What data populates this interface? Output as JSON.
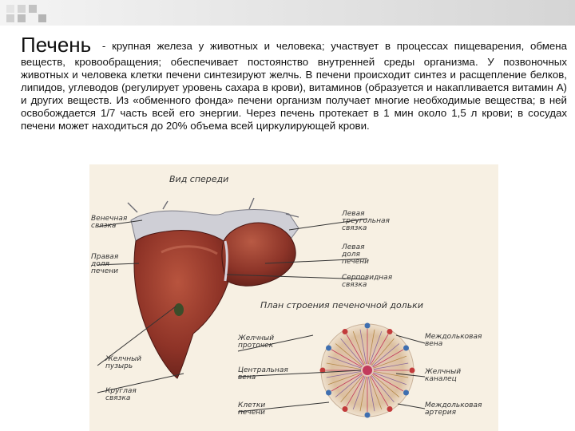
{
  "slide": {
    "title_word": "Печень",
    "body": " - крупная железа у животных и человека; участвует в процессах пищеварения, обмена веществ, кровообращения; обеспечивает постоянство внутренней среды организма. У позвоночных животных и человека клетки печени синтезируют желчь. В печени происходит синтез и расщепление белков, липидов, углеводов (регулирует уровень сахара в крови), витаминов (образуется и накапливается витамин А) и других веществ. Из «обменного фонда» печени организм получает многие необходимые вещества; в ней освобождается 1/7 часть всей его энергии. Через печень протекает в 1 мин около 1,5 л крови; в сосудах печени может находиться до 20% объема всей циркулирующей крови."
  },
  "figure": {
    "liver_heading": "Вид спереди",
    "lobule_heading": "План строения печеночной дольки",
    "liver_labels": {
      "coronary": "Венечная\nсвязка",
      "right_lobe": "Правая\nдоля\nпечени",
      "gallbladder": "Желчный\nпузырь",
      "round_ligament": "Круглая\nсвязка",
      "triangular": "Левая\nтреугольная\nсвязка",
      "left_lobe": "Левая\nдоля\nпечени",
      "falciform": "Серповидная\nсвязка"
    },
    "lobule_labels": {
      "bile_duct": "Желчный\nпроточек",
      "central_vein": "Центральная\nвена",
      "cells": "Клетки\nпечени",
      "interlobular_vein": "Междольковая\nвена",
      "bile_canal": "Желчный\nканалец",
      "interlobular_artery": "Междольковая\nартерия"
    }
  }
}
